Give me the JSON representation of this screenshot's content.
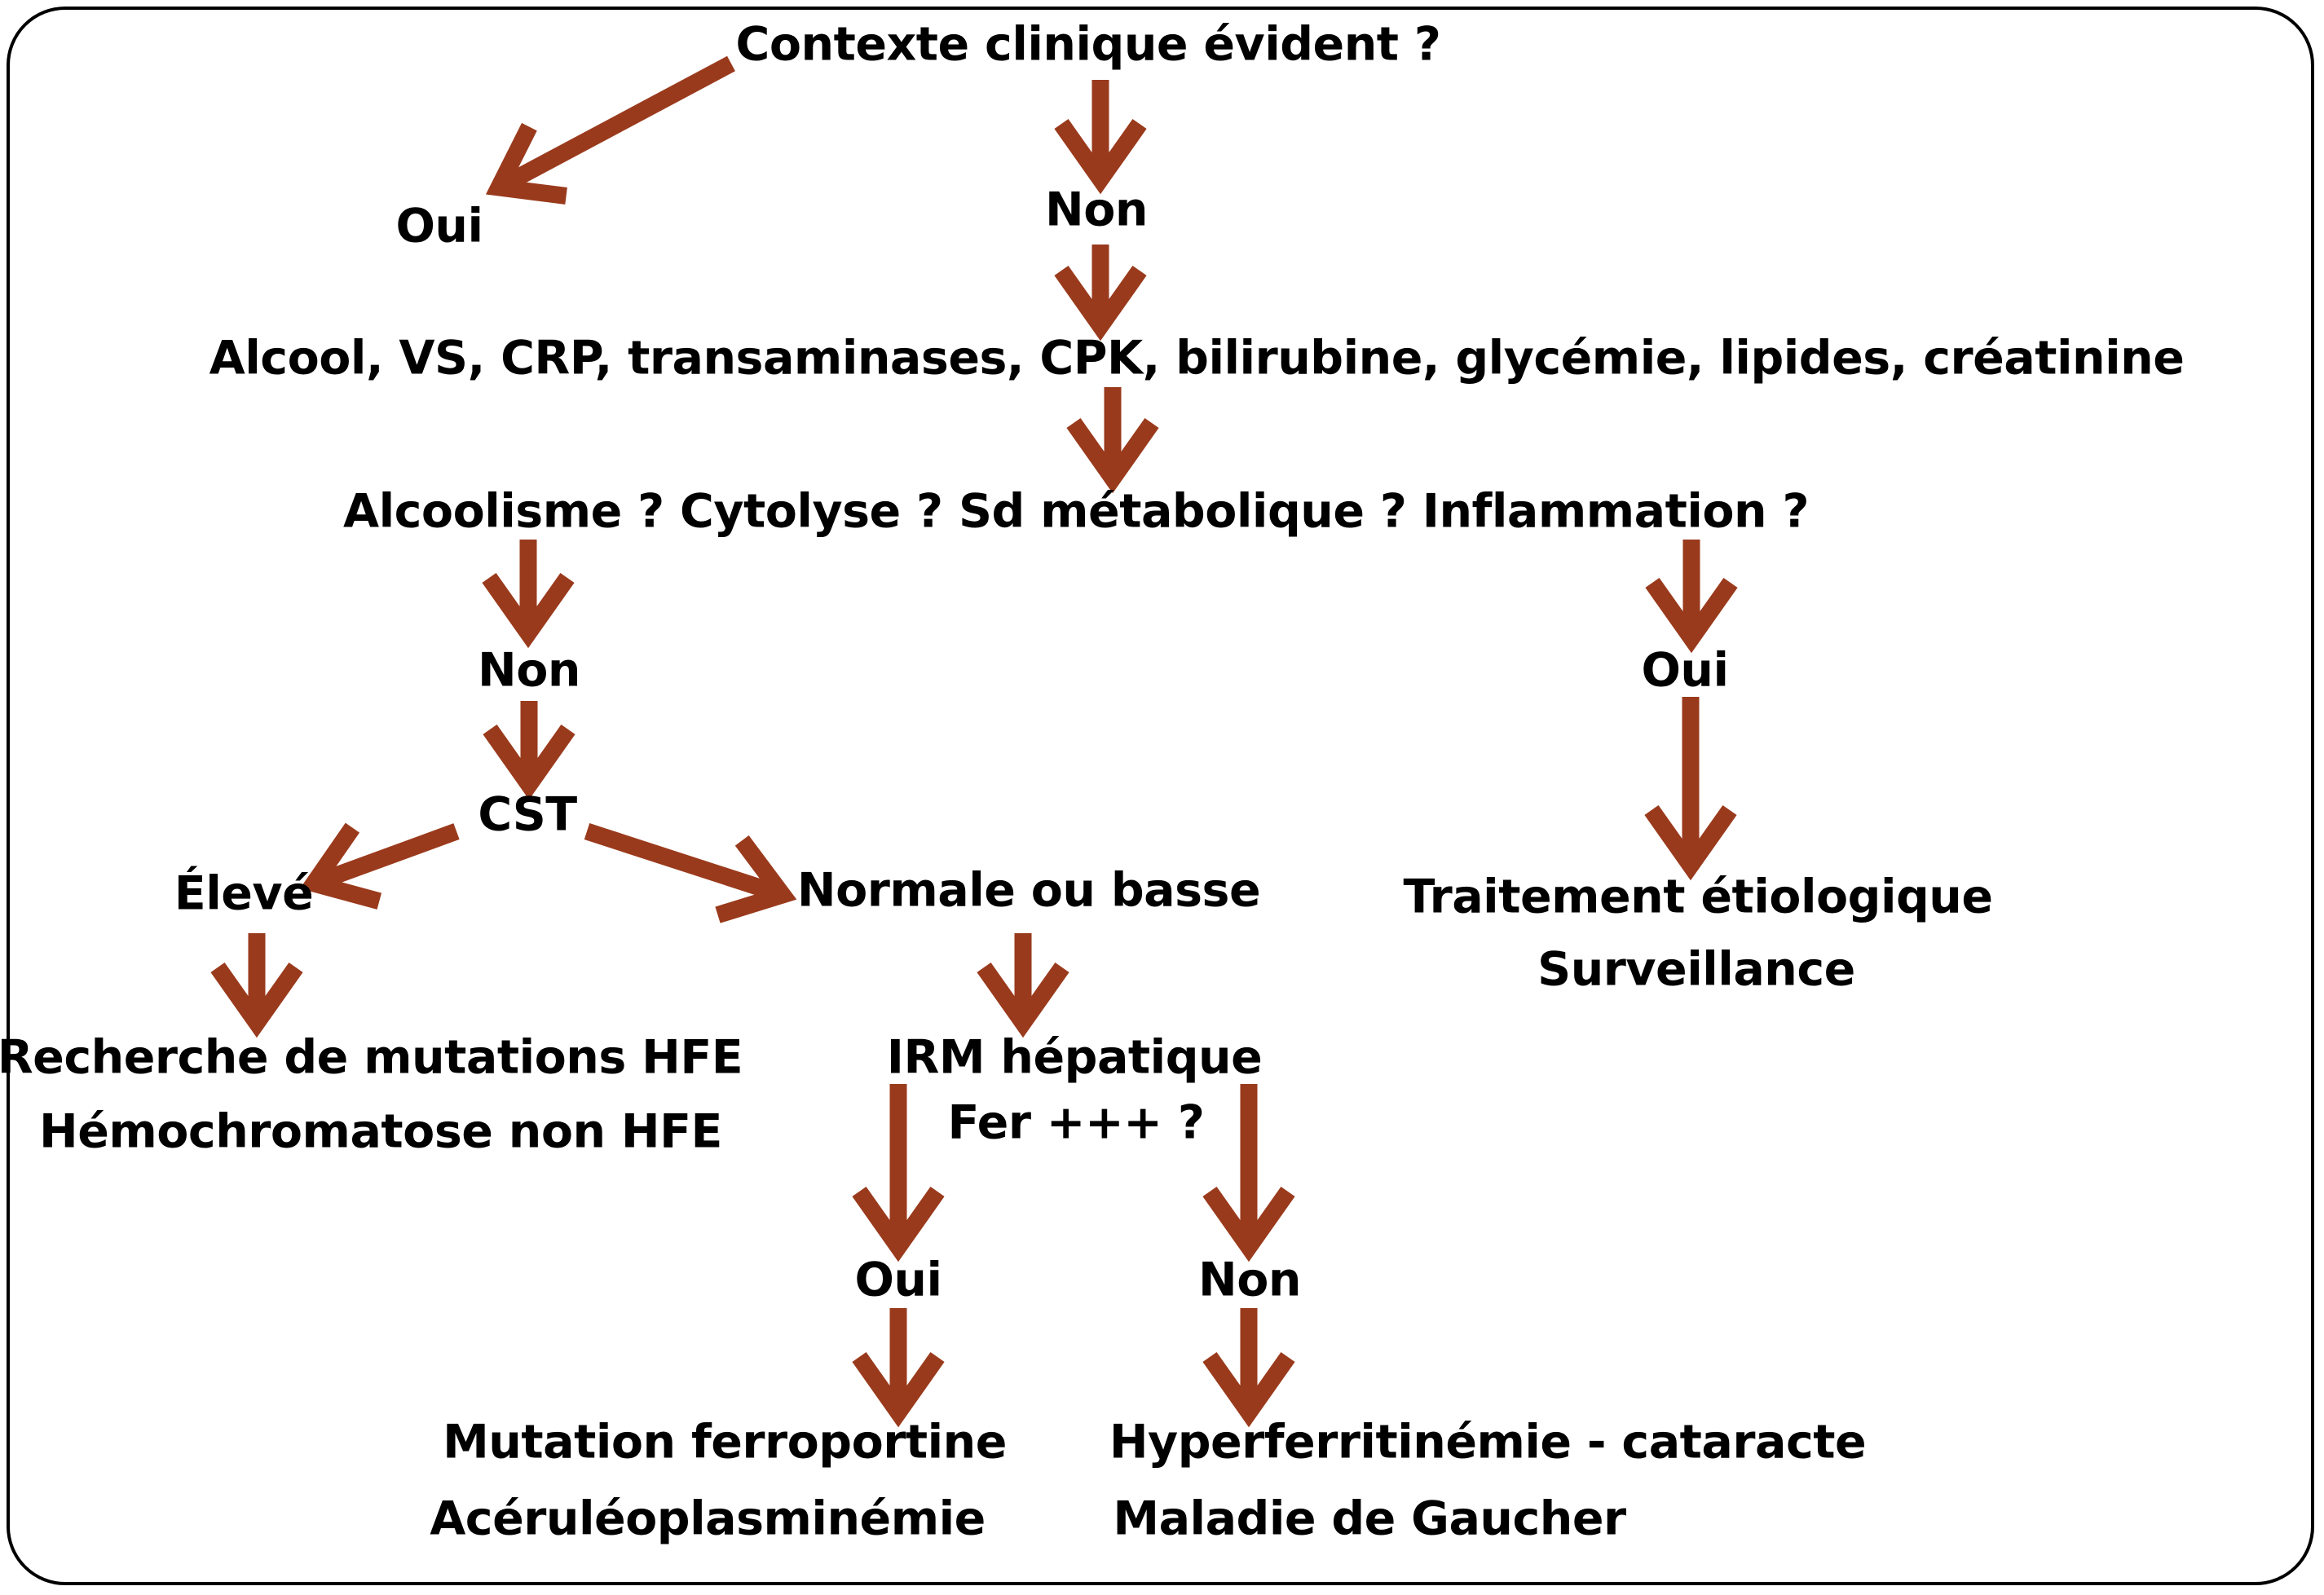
{
  "colors": {
    "arrow": "#9A3A1C",
    "text": "#000000",
    "frame": "#000000",
    "background": "#FFFFFF"
  },
  "nodes": {
    "q_context": "Contexte clinique évident  ?",
    "context_oui": "Oui",
    "context_non": "Non",
    "tests": "Alcool, VS, CRP, transaminases, CPK, bilirubine, glycémie, lipides, créatinine",
    "questions": "Alcoolisme ? Cytolyse ? Sd métabolique ? Inflammation ?",
    "questions_non": "Non",
    "questions_oui": "Oui",
    "cst": "CST",
    "eleve": "Élevé",
    "normale_basse": "Normale ou basse",
    "hfe_line1": "Recherche de mutations HFE",
    "hfe_line2": "Hémochromatose non HFE",
    "irm_line1": "IRM hépatique",
    "irm_line2": "Fer +++ ?",
    "irm_oui": "Oui",
    "irm_non": "Non",
    "ferro_line1": "Mutation ferroportine",
    "ferro_line2": "Acéruléoplasminémie",
    "hyper_line1": "Hyperferritinémie - cataracte",
    "hyper_line2": "Maladie de Gaucher",
    "traitement_line1": "Traitement étiologique",
    "traitement_line2": "Surveillance"
  }
}
